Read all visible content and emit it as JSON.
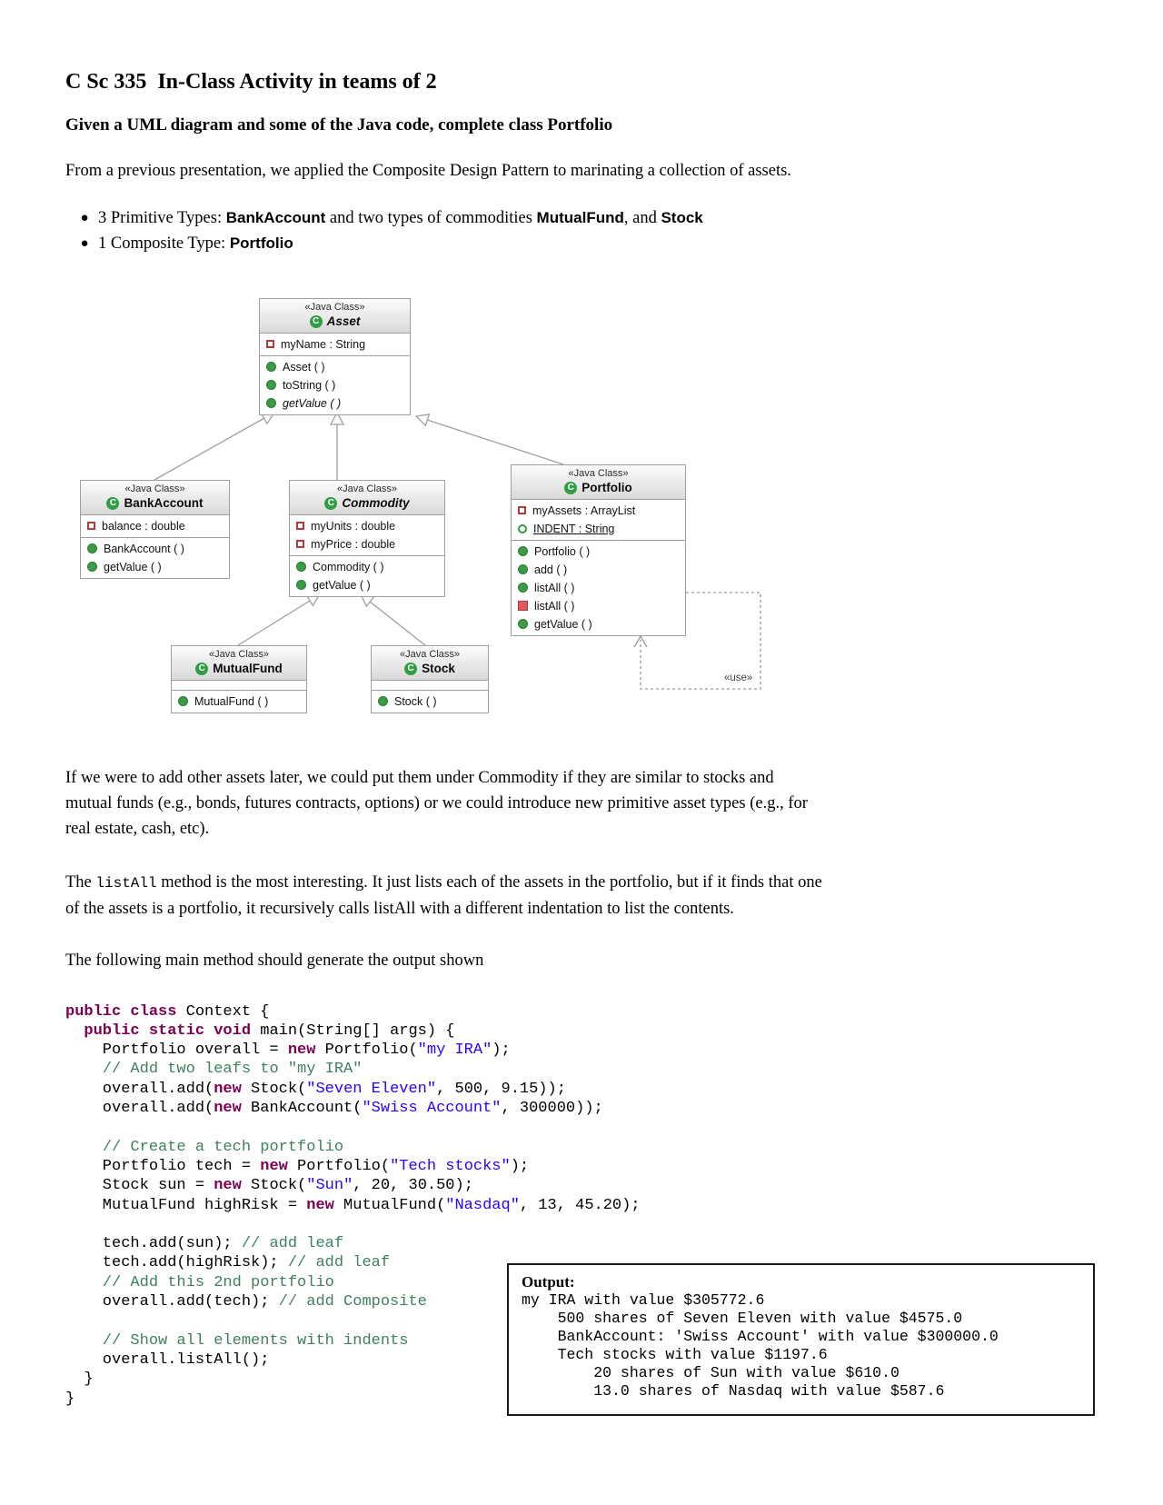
{
  "document": {
    "title": "C Sc 335  In-Class Activity in teams of 2",
    "subtitle": "Given a UML diagram and some of the Java code, complete class Portfolio",
    "intro": "From a previous presentation, we applied the Composite Design Pattern to marinating a collection of assets.",
    "bullets": [
      {
        "segments": [
          {
            "s": "n",
            "t": "3 Primitive Types: "
          },
          {
            "s": "b",
            "t": "BankAccount"
          },
          {
            "s": "n",
            "t": " and two types of commodities "
          },
          {
            "s": "b",
            "t": "MutualFund"
          },
          {
            "s": "n",
            "t": ", and "
          },
          {
            "s": "b",
            "t": "Stock"
          }
        ]
      },
      {
        "segments": [
          {
            "s": "n",
            "t": "1 Composite Type: "
          },
          {
            "s": "b",
            "t": "Portfolio"
          }
        ]
      }
    ],
    "para_assets": "If we were to add other assets later, we could put them under Commodity if they are similar to stocks and\nmutual funds (e.g., bonds, futures contracts, options) or we could introduce new primitive asset types (e.g., for\nreal estate, cash, etc).",
    "para_listall": {
      "segments": [
        {
          "s": "n",
          "t": "The "
        },
        {
          "s": "m",
          "t": "listAll"
        },
        {
          "s": "n",
          "t": " method is the most interesting. It just lists each of the assets in the portfolio, but if it finds that one\nof the assets is a portfolio, it recursively calls listAll with a different indentation to list the contents."
        }
      ]
    },
    "para_main": "The following main method should generate the output shown"
  },
  "uml": {
    "use_label": "«use»",
    "classes": {
      "asset": {
        "stereotype": "«Java Class»",
        "name": "Asset",
        "abstract": true,
        "fields": [
          {
            "icon": "private-field",
            "text": "myName : String"
          }
        ],
        "methods": [
          {
            "icon": "public-method",
            "text": "Asset ( )"
          },
          {
            "icon": "public-method",
            "text": "toString ( )"
          },
          {
            "icon": "public-method",
            "text": "getValue ( )",
            "italic": true
          }
        ]
      },
      "bankaccount": {
        "stereotype": "«Java Class»",
        "name": "BankAccount",
        "fields": [
          {
            "icon": "private-field",
            "text": "balance : double"
          }
        ],
        "methods": [
          {
            "icon": "public-method",
            "text": "BankAccount ( )"
          },
          {
            "icon": "public-method",
            "text": "getValue ( )"
          }
        ]
      },
      "commodity": {
        "stereotype": "«Java Class»",
        "name": "Commodity",
        "abstract": true,
        "fields": [
          {
            "icon": "private-field",
            "text": "myUnits : double"
          },
          {
            "icon": "private-field",
            "text": "myPrice : double"
          }
        ],
        "methods": [
          {
            "icon": "public-method",
            "text": "Commodity ( )"
          },
          {
            "icon": "public-method",
            "text": "getValue ( )"
          }
        ]
      },
      "portfolio": {
        "stereotype": "«Java Class»",
        "name": "Portfolio",
        "fields": [
          {
            "icon": "private-field",
            "text": "myAssets : ArrayList"
          },
          {
            "icon": "static-field",
            "text": "INDENT : String",
            "underline": true
          }
        ],
        "methods": [
          {
            "icon": "public-method",
            "text": "Portfolio ( )"
          },
          {
            "icon": "public-method",
            "text": "add ( )"
          },
          {
            "icon": "public-method",
            "text": "listAll ( )"
          },
          {
            "icon": "private-method",
            "text": "listAll ( )"
          },
          {
            "icon": "public-method",
            "text": "getValue ( )"
          }
        ]
      },
      "mutualfund": {
        "stereotype": "«Java Class»",
        "name": "MutualFund",
        "fields": [],
        "methods": [
          {
            "icon": "public-method",
            "text": "MutualFund ( )"
          }
        ]
      },
      "stock": {
        "stereotype": "«Java Class»",
        "name": "Stock",
        "fields": [],
        "methods": [
          {
            "icon": "public-method",
            "text": "Stock ( )"
          }
        ]
      }
    }
  },
  "code": {
    "lines": [
      [
        {
          "s": "kw",
          "t": "public class"
        },
        {
          "s": "n",
          "t": " Context {"
        }
      ],
      [
        {
          "s": "n",
          "t": "  "
        },
        {
          "s": "kw",
          "t": "public static void"
        },
        {
          "s": "n",
          "t": " main(String[] args) {"
        }
      ],
      [
        {
          "s": "n",
          "t": "    Portfolio overall = "
        },
        {
          "s": "kw",
          "t": "new"
        },
        {
          "s": "n",
          "t": " Portfolio("
        },
        {
          "s": "str",
          "t": "\"my IRA\""
        },
        {
          "s": "n",
          "t": ");"
        }
      ],
      [
        {
          "s": "n",
          "t": "    "
        },
        {
          "s": "com",
          "t": "// Add two leafs to \"my IRA\""
        }
      ],
      [
        {
          "s": "n",
          "t": "    overall.add("
        },
        {
          "s": "kw",
          "t": "new"
        },
        {
          "s": "n",
          "t": " Stock("
        },
        {
          "s": "str",
          "t": "\"Seven Eleven\""
        },
        {
          "s": "n",
          "t": ", 500, 9.15));"
        }
      ],
      [
        {
          "s": "n",
          "t": "    overall.add("
        },
        {
          "s": "kw",
          "t": "new"
        },
        {
          "s": "n",
          "t": " BankAccount("
        },
        {
          "s": "str",
          "t": "\"Swiss Account\""
        },
        {
          "s": "n",
          "t": ", 300000));"
        }
      ],
      [],
      [
        {
          "s": "n",
          "t": "    "
        },
        {
          "s": "com",
          "t": "// Create a tech portfolio"
        }
      ],
      [
        {
          "s": "n",
          "t": "    Portfolio tech = "
        },
        {
          "s": "kw",
          "t": "new"
        },
        {
          "s": "n",
          "t": " Portfolio("
        },
        {
          "s": "str",
          "t": "\"Tech stocks\""
        },
        {
          "s": "n",
          "t": ");"
        }
      ],
      [
        {
          "s": "n",
          "t": "    Stock sun = "
        },
        {
          "s": "kw",
          "t": "new"
        },
        {
          "s": "n",
          "t": " Stock("
        },
        {
          "s": "str",
          "t": "\"Sun\""
        },
        {
          "s": "n",
          "t": ", 20, 30.50);"
        }
      ],
      [
        {
          "s": "n",
          "t": "    MutualFund highRisk = "
        },
        {
          "s": "kw",
          "t": "new"
        },
        {
          "s": "n",
          "t": " MutualFund("
        },
        {
          "s": "str",
          "t": "\"Nasdaq\""
        },
        {
          "s": "n",
          "t": ", 13, 45.20);"
        }
      ],
      [],
      [
        {
          "s": "n",
          "t": "    tech.add(sun); "
        },
        {
          "s": "com",
          "t": "// add leaf"
        }
      ],
      [
        {
          "s": "n",
          "t": "    tech.add(highRisk); "
        },
        {
          "s": "com",
          "t": "// add leaf"
        }
      ],
      [
        {
          "s": "n",
          "t": "    "
        },
        {
          "s": "com",
          "t": "// Add this 2nd portfolio"
        }
      ],
      [
        {
          "s": "n",
          "t": "    overall.add(tech); "
        },
        {
          "s": "com",
          "t": "// add Composite"
        }
      ],
      [],
      [
        {
          "s": "n",
          "t": "    "
        },
        {
          "s": "com",
          "t": "// Show all elements with indents"
        }
      ],
      [
        {
          "s": "n",
          "t": "    overall.listAll();"
        }
      ],
      [
        {
          "s": "n",
          "t": "  }"
        }
      ],
      [
        {
          "s": "n",
          "t": "}"
        }
      ]
    ]
  },
  "output_box": {
    "label": "Output:",
    "lines": [
      "my IRA with value $305772.6",
      "    500 shares of Seven Eleven with value $4575.0",
      "    BankAccount: 'Swiss Account' with value $300000.0",
      "    Tech stocks with value $1197.6",
      "        20 shares of Sun with value $610.0",
      "        13.0 shares of Nasdaq with value $587.6"
    ]
  },
  "colors": {
    "keyword": "#7b0052",
    "string": "#2a00ff",
    "comment": "#3f7f5f",
    "uml_green": "#3c9b46",
    "uml_red": "#b5383f"
  }
}
